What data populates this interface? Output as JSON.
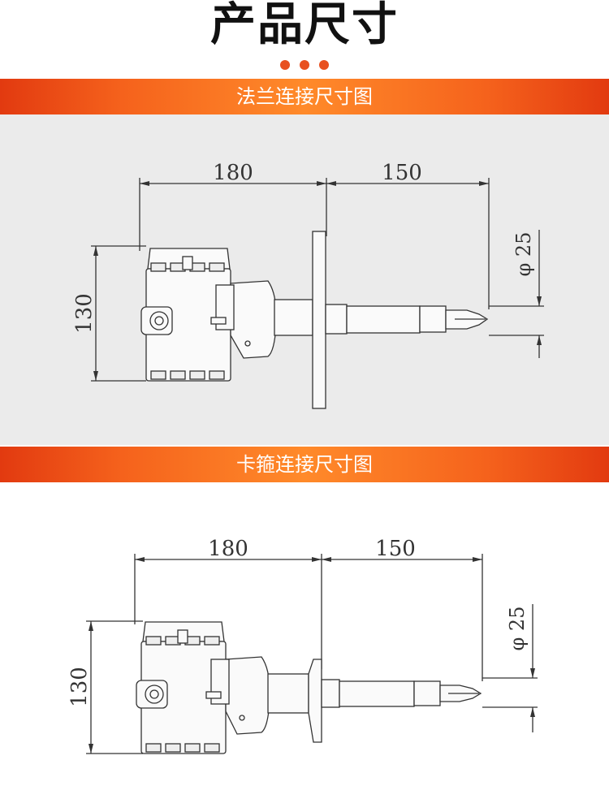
{
  "header": {
    "title": "产品尺寸",
    "dot_color": "#e8501f"
  },
  "sections": [
    {
      "title": "法兰连接尺寸图",
      "dims": {
        "left_width": "180",
        "right_length": "150",
        "height": "130",
        "diameter": "φ 25"
      }
    },
    {
      "title": "卡箍连接尺寸图",
      "dims": {
        "left_width": "180",
        "right_length": "150",
        "height": "130",
        "diameter": "φ 25"
      }
    }
  ],
  "colors": {
    "band_start": "#e23a10",
    "band_mid": "#ff8a2a",
    "panel1_bg": "#ebebeb",
    "line": "#333333"
  }
}
